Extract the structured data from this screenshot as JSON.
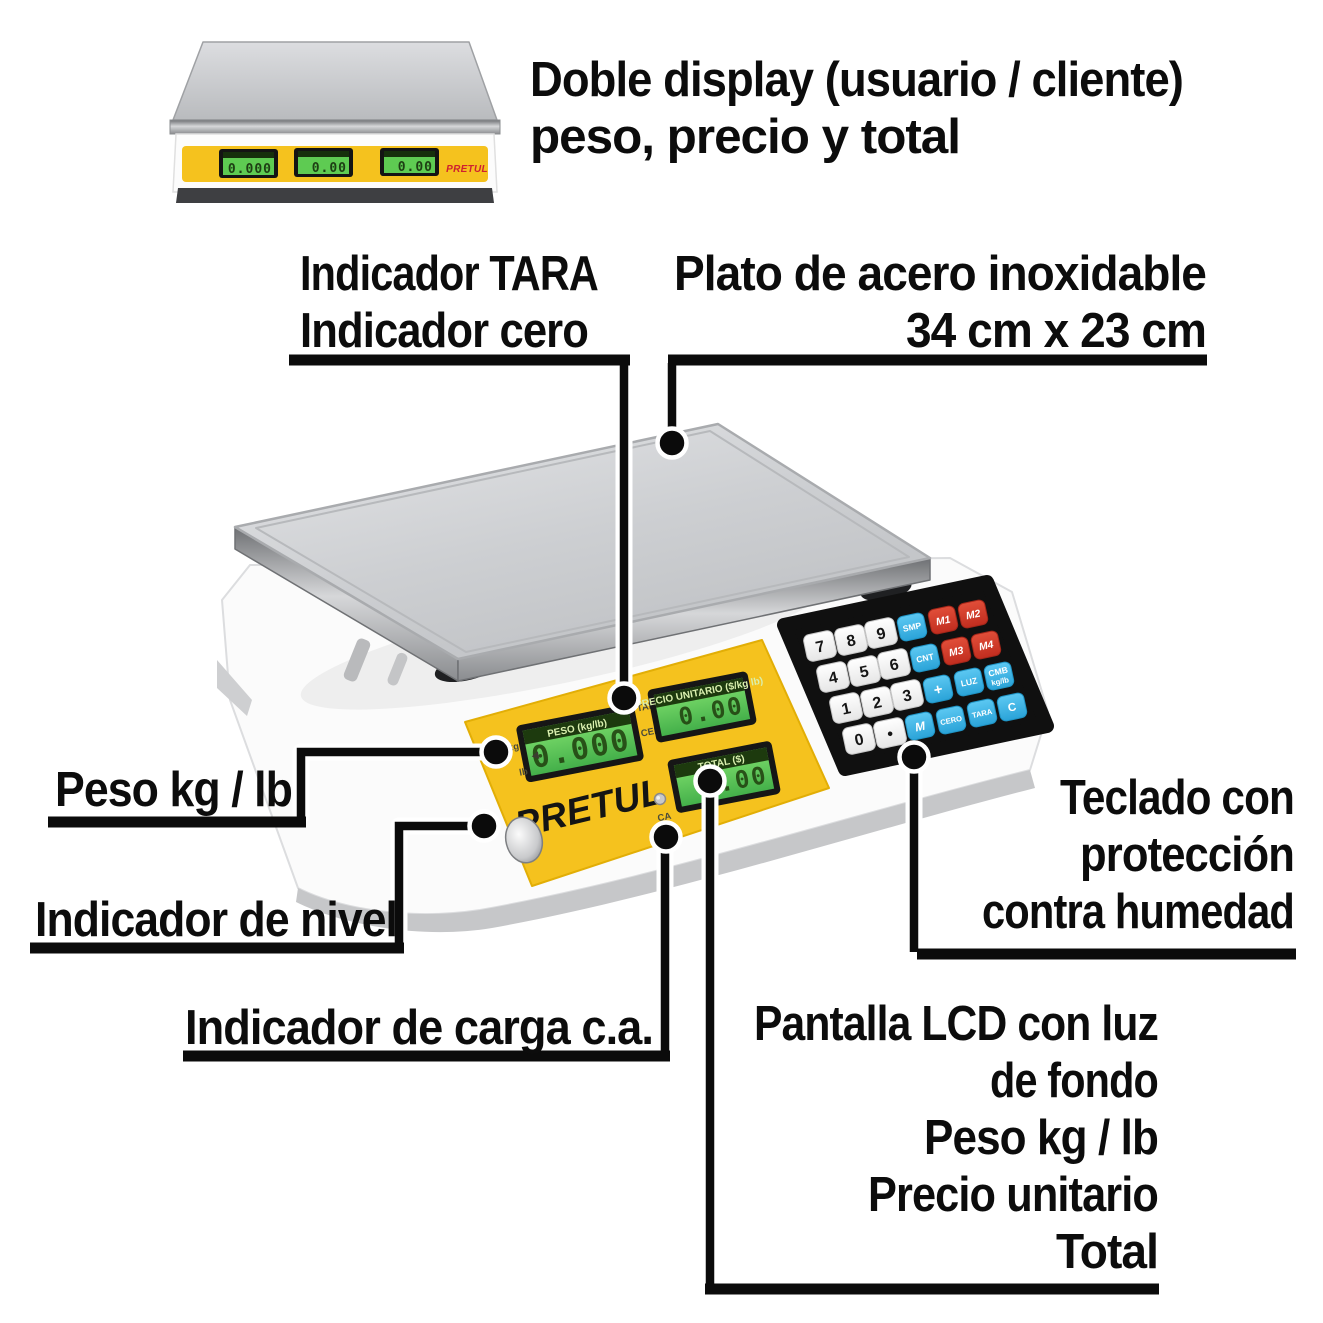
{
  "labels": {
    "doble": [
      "Doble display (usuario / cliente)",
      "peso, precio y total"
    ],
    "tara": [
      "Indicador TARA",
      "Indicador cero"
    ],
    "plato": [
      "Plato de acero inoxidable",
      "34 cm x 23 cm"
    ],
    "peso": "Peso kg / lb",
    "nivel": "Indicador de nivel",
    "carga": "Indicador de carga c.a.",
    "teclado": [
      "Teclado con",
      "protección",
      "contra humedad"
    ],
    "pantalla": [
      "Pantalla LCD con luz",
      "de fondo",
      "Peso kg / lb",
      "Precio unitario",
      "Total"
    ]
  },
  "panel": {
    "peso_label": "PESO (kg/lb)",
    "peso_value": "0.000",
    "kg": "kg",
    "lb": "lb",
    "tara": "TARA",
    "cero": "CERO",
    "precio_label": "PRECIO UNITARIO ($/kg lb)",
    "precio_value": "0.00",
    "total_label": "TOTAL ($)",
    "total_value": "0.00",
    "brand": "PRETUL",
    "ca": "CA"
  },
  "mini": {
    "d1": "0.000",
    "d2": "0.00",
    "d3": "0.00",
    "brand": "PRETUL"
  },
  "keypad": {
    "keys": [
      {
        "label": "7",
        "color": "white"
      },
      {
        "label": "8",
        "color": "white"
      },
      {
        "label": "9",
        "color": "white"
      },
      {
        "label": "SMP",
        "color": "blue"
      },
      {
        "label": "M1",
        "color": "red"
      },
      {
        "label": "M2",
        "color": "red"
      },
      {
        "label": "4",
        "color": "white"
      },
      {
        "label": "5",
        "color": "white"
      },
      {
        "label": "6",
        "color": "white"
      },
      {
        "label": "CNT",
        "color": "blue"
      },
      {
        "label": "M3",
        "color": "red"
      },
      {
        "label": "M4",
        "color": "red"
      },
      {
        "label": "1",
        "color": "white"
      },
      {
        "label": "2",
        "color": "white"
      },
      {
        "label": "3",
        "color": "white"
      },
      {
        "label": "+",
        "color": "blue"
      },
      {
        "label": "LUZ",
        "color": "blue"
      },
      {
        "label": "CMB",
        "label2": "kg/lb",
        "color": "blue"
      },
      {
        "label": "0",
        "color": "white"
      },
      {
        "label": "•",
        "color": "white"
      },
      {
        "label": "M",
        "color": "blue"
      },
      {
        "label": "CERO",
        "color": "blue"
      },
      {
        "label": "TARA",
        "color": "blue"
      },
      {
        "label": "C",
        "color": "blue"
      }
    ]
  },
  "colors": {
    "accent_yellow": "#F5C21E",
    "lcd_green": "#5ECB52",
    "key_blue": "#3FB6E8",
    "key_red": "#D63426",
    "brand_red": "#CF2030"
  }
}
